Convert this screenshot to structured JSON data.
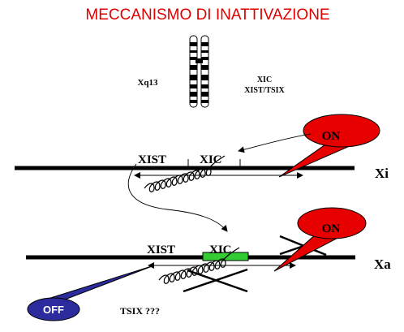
{
  "title": "MECCANISMO DI INATTIVAZIONE",
  "chromosome": {
    "band_label": "Xq13",
    "region_label_line1": "XIC",
    "region_label_line2": "XIST/TSIX"
  },
  "xi": {
    "label": "Xi",
    "gene_xist": "XIST",
    "gene_xic": "XIC",
    "callout_label": "ON"
  },
  "xa": {
    "label": "Xa",
    "gene_xist": "XIST",
    "gene_xic": "XIC",
    "callout_label": "ON",
    "off_label": "OFF",
    "tsix_label": "TSIX ???"
  },
  "colors": {
    "title": "#e00000",
    "callout_on": "#e60000",
    "off_ellipse": "#2b2b9e",
    "xic_box": "#33cc33"
  },
  "icons": [
    "x-chromosome-icon",
    "cross-mark-icon"
  ]
}
